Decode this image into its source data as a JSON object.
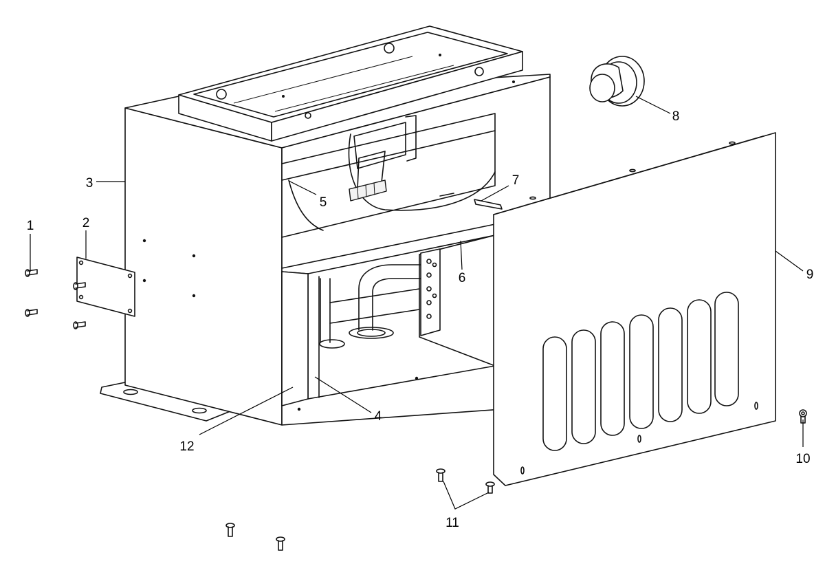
{
  "diagram": {
    "callouts": [
      {
        "id": "callout-1",
        "label": "1"
      },
      {
        "id": "callout-2",
        "label": "2"
      },
      {
        "id": "callout-3",
        "label": "3"
      },
      {
        "id": "callout-4",
        "label": "4"
      },
      {
        "id": "callout-5",
        "label": "5"
      },
      {
        "id": "callout-6",
        "label": "6"
      },
      {
        "id": "callout-7",
        "label": "7"
      },
      {
        "id": "callout-8",
        "label": "8"
      },
      {
        "id": "callout-9",
        "label": "9"
      },
      {
        "id": "callout-10",
        "label": "10"
      },
      {
        "id": "callout-11",
        "label": "11"
      },
      {
        "id": "callout-12",
        "label": "12"
      }
    ],
    "colors": {
      "line": "#111111",
      "fill": "#ffffff",
      "shade": "#f2f2f2"
    }
  }
}
